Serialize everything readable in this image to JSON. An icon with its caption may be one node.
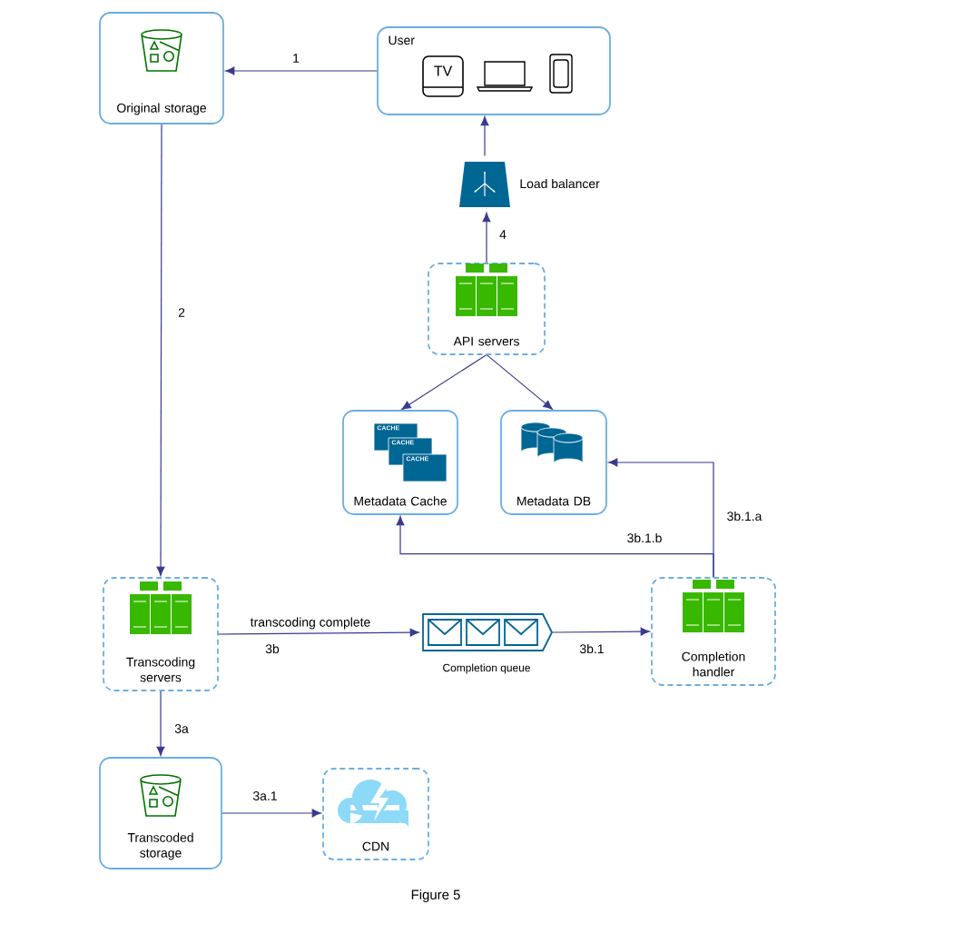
{
  "diagram": {
    "caption": "Figure 5",
    "nodes": [
      {
        "text": [
          "Original storage"
        ]
      },
      {
        "text": [
          "User"
        ]
      },
      {
        "text": [],
        "shape": "picture",
        "beside": [
          "Load balancer"
        ]
      },
      {
        "text": [
          "API servers"
        ]
      },
      {
        "text": [
          "Metadata Cache"
        ]
      },
      {
        "text": [
          "Metadata DB"
        ]
      },
      {
        "text": [
          "Transcoding servers"
        ]
      },
      {
        "text": [],
        "shape": "picture",
        "beside": [
          "Completion queue"
        ]
      },
      {
        "text": [
          "Completion handler"
        ]
      },
      {
        "text": [
          "Transcoded storage"
        ]
      },
      {
        "text": [
          "CDN"
        ]
      }
    ],
    "edges": [
      {
        "from": 1,
        "to": 0,
        "arrow": "to",
        "label": "1"
      },
      {
        "from": 0,
        "to": 6,
        "arrow": "to",
        "label": "2"
      },
      {
        "from": 2,
        "to": 1,
        "arrow": "to"
      },
      {
        "from": 3,
        "to": 2,
        "arrow": "to",
        "label": "4"
      },
      {
        "from": 3,
        "to": 4,
        "arrow": "to"
      },
      {
        "from": 3,
        "to": 5,
        "arrow": "to"
      },
      {
        "from": 6,
        "to": 7,
        "arrow": "to",
        "label": "transcoding complete"
      },
      {
        "from": 7,
        "to": 8,
        "arrow": "to",
        "label": "3b.1"
      },
      {
        "from": 8,
        "to": 5,
        "arrow": "to",
        "label": "3b.1.a"
      },
      {
        "from": 8,
        "to": 4,
        "arrow": "to",
        "label": "3b.1.b"
      },
      {
        "from": 6,
        "to": 9,
        "arrow": "to",
        "label": "3a"
      },
      {
        "from": 9,
        "to": 10,
        "arrow": "to",
        "label": "3a.1"
      }
    ],
    "labels": [
      "TV",
      "CACHE",
      "CACHE",
      "CACHE",
      "3b"
    ]
  }
}
